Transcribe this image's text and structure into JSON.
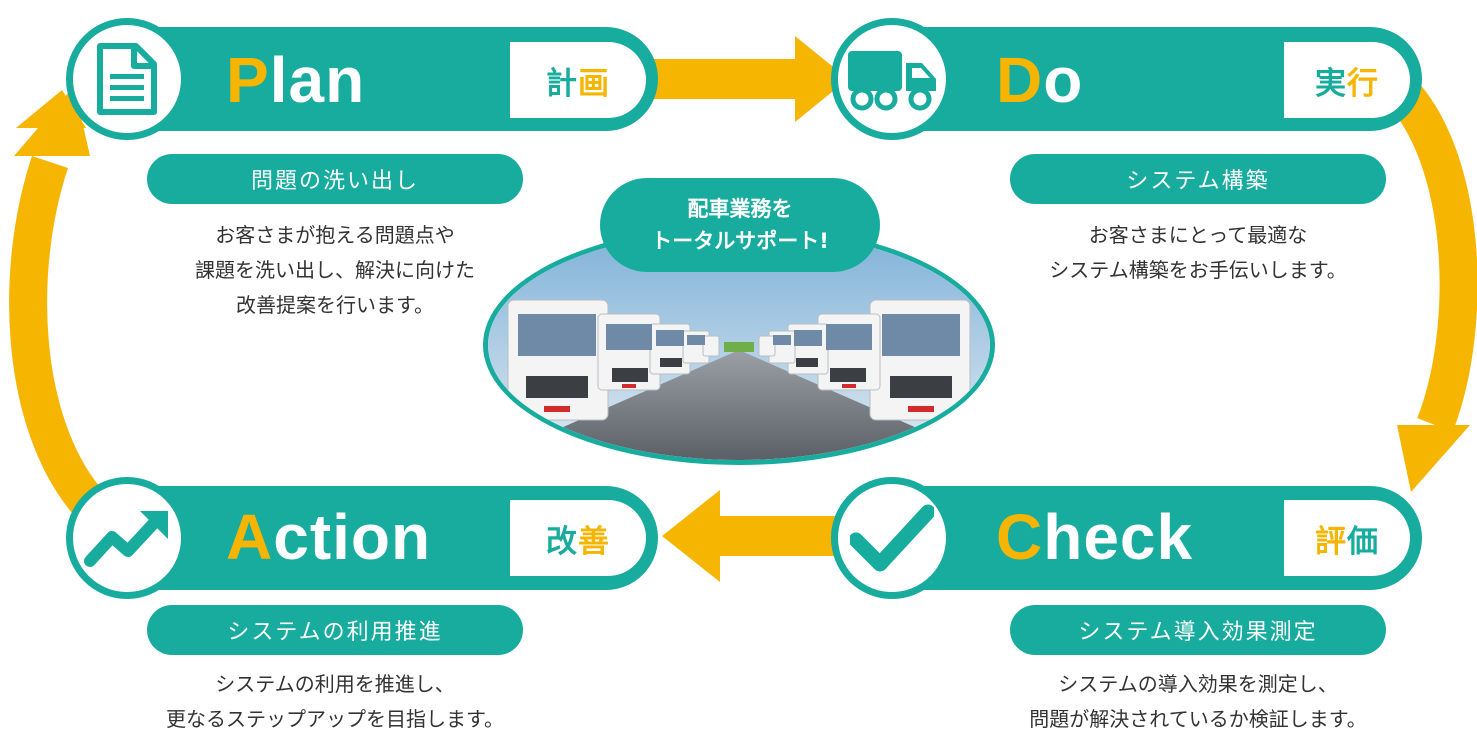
{
  "colors": {
    "teal": "#17ac9e",
    "yellow": "#f5b500",
    "text": "#333333"
  },
  "center": {
    "line1": "配車業務を",
    "line2": "トータルサポート!"
  },
  "plan": {
    "initial": "P",
    "rest": "lan",
    "jp_a": "計",
    "jp_b": "画",
    "icon": "document-icon",
    "pill": "問題の洗い出し",
    "desc": [
      "お客さまが抱える問題点や",
      "課題を洗い出し、解決に向けた",
      "改善提案を行います。"
    ]
  },
  "do": {
    "initial": "D",
    "rest": "o",
    "jp_a": "実",
    "jp_b": "行",
    "icon": "truck-icon",
    "pill": "システム構築",
    "desc": [
      "お客さまにとって最適な",
      "システム構築をお手伝いします。"
    ]
  },
  "check": {
    "initial": "C",
    "rest": "heck",
    "jp_a": "評",
    "jp_b": "価",
    "icon": "checkmark-icon",
    "pill": "システム導入効果測定",
    "desc": [
      "システムの導入効果を測定し、",
      "問題が解決されているか検証します。"
    ]
  },
  "action": {
    "initial": "A",
    "rest": "ction",
    "jp_a": "改",
    "jp_b": "善",
    "icon": "trend-up-icon",
    "pill": "システムの利用推進",
    "desc": [
      "システムの利用を推進し、",
      "更なるステップアップを目指します。"
    ]
  }
}
